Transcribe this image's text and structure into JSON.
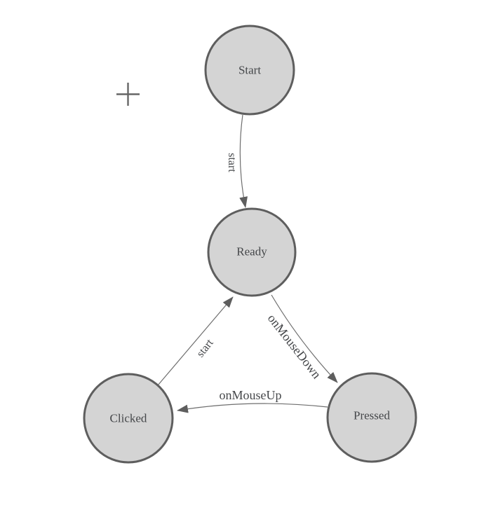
{
  "app": {
    "background": "#ffffff"
  },
  "colors": {
    "node_fill": "#d4d4d4",
    "node_stroke": "#5e5e5e",
    "edge_stroke": "#6e6e6e",
    "arrowhead_fill": "#5e5e5e",
    "label_text": "#45474a",
    "plus_icon": "#666666"
  },
  "diagram": {
    "type": "state-machine",
    "nodes": [
      {
        "id": "start",
        "label": "Start"
      },
      {
        "id": "ready",
        "label": "Ready"
      },
      {
        "id": "clicked",
        "label": "Clicked"
      },
      {
        "id": "pressed",
        "label": "Pressed"
      }
    ],
    "edges": [
      {
        "from": "start",
        "to": "ready",
        "label": "start"
      },
      {
        "from": "ready",
        "to": "pressed",
        "label": "onMouseDown"
      },
      {
        "from": "pressed",
        "to": "clicked",
        "label": "onMouseUp"
      },
      {
        "from": "clicked",
        "to": "ready",
        "label": "start"
      }
    ],
    "icons": [
      {
        "name": "plus-cross-icon"
      }
    ]
  }
}
